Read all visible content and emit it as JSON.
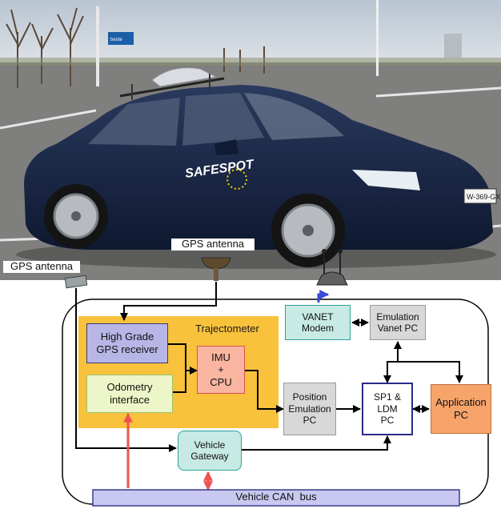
{
  "photo": {
    "car_decal": "SAFESPOT",
    "license_plate": "W-369-GX",
    "sign_text": "beste",
    "colors": {
      "sky": "#c9d3dd",
      "car_body": "#16223d",
      "tarmac": "#7f7f7e"
    }
  },
  "labels": {
    "gps_antenna_top": "GPS antenna",
    "gps_antenna_left": "GPS antenna"
  },
  "diagram": {
    "trajectometer": {
      "title": "Trajectometer",
      "color": "#f9c23c"
    },
    "gps_receiver": {
      "line1": "High Grade",
      "line2": "GPS receiver",
      "color": "#b8b6e6"
    },
    "odometry": {
      "line1": "Odometry",
      "line2": "interface",
      "color": "#edf6c8"
    },
    "imu_cpu": {
      "line1": "IMU",
      "line2": "+",
      "line3": "CPU",
      "color": "#f9b5a0"
    },
    "vanet_modem": {
      "line1": "VANET",
      "line2": "Modem",
      "color": "#c8eae4"
    },
    "emulation_vanet": {
      "line1": "Emulation",
      "line2": "Vanet PC",
      "color": "#d8d8d8"
    },
    "position_emulation": {
      "line1": "Position",
      "line2": "Emulation",
      "line3": "PC",
      "color": "#d8d8d8"
    },
    "sp1_ldm": {
      "line1": "SP1 &",
      "line2": "LDM",
      "line3": "PC",
      "color": "#ffffff"
    },
    "application_pc": {
      "line1": "Application",
      "line2": "PC",
      "color": "#f7a46b"
    },
    "vehicle_gateway": {
      "line1": "Vehicle",
      "line2": "Gateway",
      "color": "#c8eae4"
    },
    "can_bus": {
      "label": "Vehicle CAN  bus",
      "color": "#c8c8f0"
    },
    "accent_colors": {
      "red_arrow": "#ef5350",
      "blue_arrow": "#3a4bd6"
    }
  }
}
